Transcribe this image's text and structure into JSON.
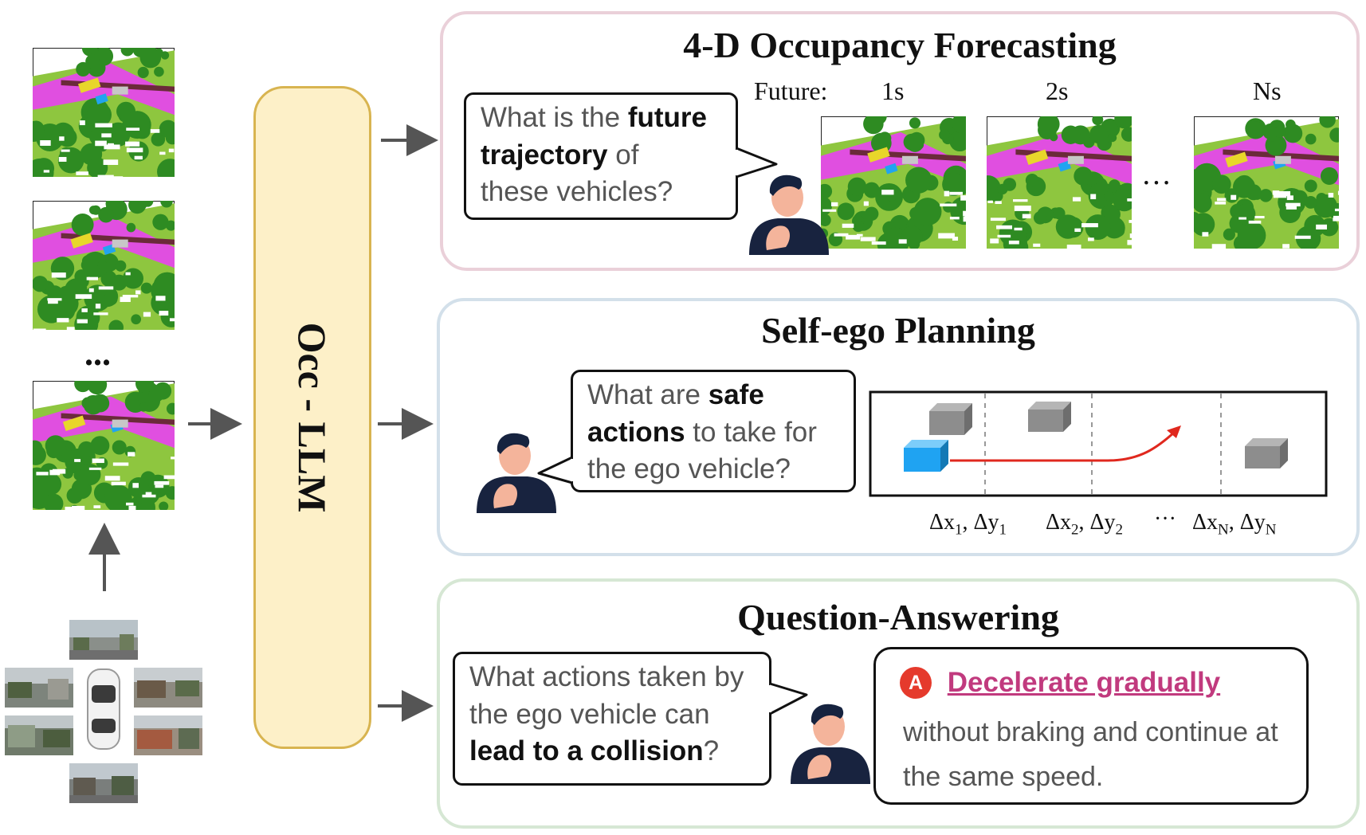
{
  "colors": {
    "forecast_border": "#ead0d9",
    "planning_border": "#d3e0ea",
    "qa_border": "#d6e7d4",
    "llm_fill": "#fdf0c8",
    "llm_border": "#d8b450",
    "answer_accent": "#c13a7e",
    "answer_icon": "#e53a2c",
    "ego_vehicle": "#21a4f0",
    "trajectory": "#e0281e",
    "occupancy_road": "#e04fe0",
    "occupancy_vegetation": "#2e8b22",
    "occupancy_terrain": "#8ec63f"
  },
  "left": {
    "ellipsis": "...",
    "model_label": "Occ - LLM"
  },
  "forecast": {
    "title": "4-D Occupancy Forecasting",
    "future_label": "Future:",
    "times": [
      "1s",
      "2s",
      "Ns"
    ],
    "ellipsis": "···",
    "question": {
      "pre": "What is the",
      "strong1": "future",
      "strong2": "trajectory",
      "mid": "of",
      "post": "these vehicles?"
    }
  },
  "planning": {
    "title": "Self-ego Planning",
    "question": {
      "pre": "What are",
      "strong1": "safe",
      "strong2": "actions",
      "mid": "to take for",
      "post": "the ego vehicle?"
    },
    "dx": "Δx",
    "dy": "Δy",
    "subs": [
      "1",
      "2",
      "N"
    ],
    "ellipsis": "···"
  },
  "qa": {
    "title": "Question-Answering",
    "question": {
      "line1": "What actions taken by",
      "line2": "the ego vehicle can",
      "strong": "lead to a collision",
      "end": "?"
    },
    "answer": {
      "badge": "A",
      "strong": "Decelerate gradually",
      "rest": "without braking and continue at the same speed."
    }
  }
}
